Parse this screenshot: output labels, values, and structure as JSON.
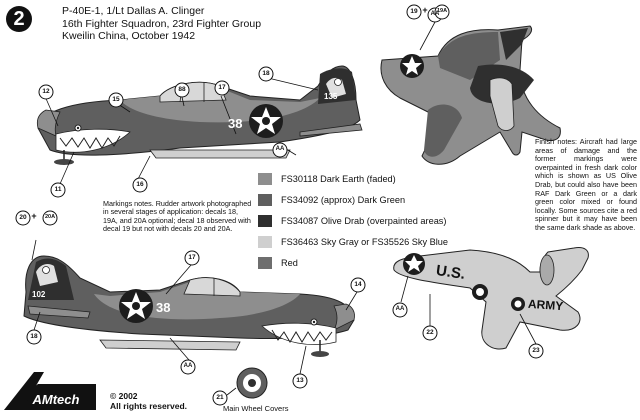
{
  "profile_number": "2",
  "title_lines": [
    "P-40E-1, 1/Lt Dallas A. Clinger",
    "16th Fighter Squadron, 23rd Fighter Group",
    "Kweilin China, October 1942"
  ],
  "legend": [
    {
      "label": "FS30118 Dark Earth (faded)",
      "color": "#8e8e8e"
    },
    {
      "label": "FS34092 (approx) Dark Green",
      "color": "#5f5f5f"
    },
    {
      "label": "FS34087  Olive Drab (overpainted areas)",
      "color": "#2f2f2f"
    },
    {
      "label": "FS36463  Sky Gray or FS35526  Sky Blue",
      "color": "#cfcfcf"
    },
    {
      "label": "Red",
      "color": "#6e6e6e"
    }
  ],
  "marking_notes": "Markings notes. Rudder artwork photographed in several stages of application: decals 18, 19A, and 20A optional; decal 18 observed with decal 19 but not with decals 20 and 20A.",
  "finish_notes": "Finish notes: Aircraft had large areas of damage and the former markings were overpainted in fresh dark color which is shown as US Olive Drab, but could also have been RAF Dark Green or a dark green color mixed or found locally. Some sources cite a red spinner but it may have been the same dark shade as above.",
  "callouts": {
    "c12": "12",
    "c15": "15",
    "c88": "88",
    "c17a": "17",
    "c18a": "18",
    "c11": "11",
    "c16": "16",
    "cAA1": "AA",
    "c19": "19",
    "c19A": "19A",
    "cAA2": "AA",
    "c20": "20",
    "c20A": "20A",
    "c17b": "17",
    "c14": "14",
    "c18b": "18",
    "cAA3": "AA",
    "c13": "13",
    "c21": "21",
    "cAA4": "AA",
    "c22": "22",
    "c23": "23"
  },
  "aircraft_text": {
    "side_number_top": "38",
    "side_number_bottom": "38",
    "tail_number_top": "135",
    "tail_number_bottom": "102",
    "wing_us": "U.S.",
    "wing_army": "ARMY"
  },
  "copyright": "© 2002",
  "rights": "All rights reserved.",
  "wheel_covers_label": "Main Wheel Covers",
  "logo_text": "AMtech"
}
